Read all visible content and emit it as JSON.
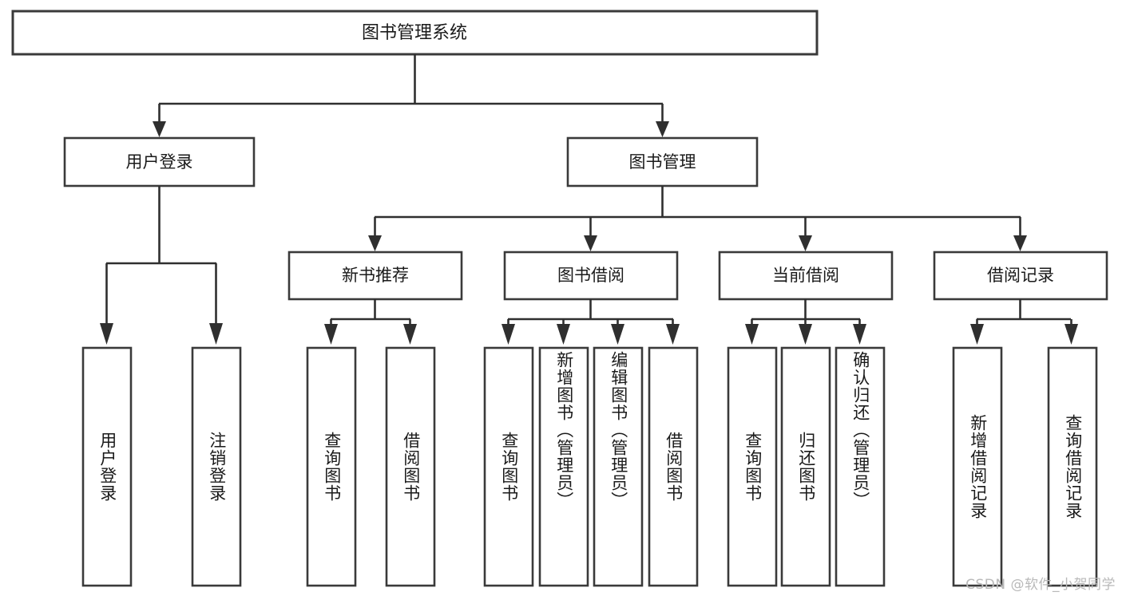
{
  "diagram": {
    "type": "hierarchy-tree",
    "title": "图书管理系统",
    "watermark": "CSDN @软件_小贺同学",
    "colors": {
      "box_stroke": "#3a3a3a",
      "connector": "#2f2f2f",
      "box_fill": "#ffffff",
      "text": "#1a1a1a",
      "watermark": "#b9b9b9",
      "background": "#ffffff"
    },
    "root": {
      "label": "图书管理系统"
    },
    "level2": [
      {
        "id": "user-login",
        "label": "用户登录"
      },
      {
        "id": "book-manage",
        "label": "图书管理"
      }
    ],
    "level3": [
      {
        "id": "new-book-recommend",
        "label": "新书推荐",
        "parent": "book-manage"
      },
      {
        "id": "book-borrow",
        "label": "图书借阅",
        "parent": "book-manage"
      },
      {
        "id": "current-borrow",
        "label": "当前借阅",
        "parent": "book-manage"
      },
      {
        "id": "borrow-record",
        "label": "借阅记录",
        "parent": "book-manage"
      }
    ],
    "leaves": {
      "user-login": [
        {
          "id": "leaf-user-login",
          "label": "用户登录"
        },
        {
          "id": "leaf-logout",
          "label": "注销登录"
        }
      ],
      "new-book-recommend": [
        {
          "id": "leaf-query-book-1",
          "label": "查询图书"
        },
        {
          "id": "leaf-borrow-book-1",
          "label": "借阅图书"
        }
      ],
      "book-borrow": [
        {
          "id": "leaf-query-book-2",
          "label": "查询图书"
        },
        {
          "id": "leaf-add-book",
          "label": "新增图书（管理员）"
        },
        {
          "id": "leaf-edit-book",
          "label": "编辑图书（管理员）"
        },
        {
          "id": "leaf-borrow-book-2",
          "label": "借阅图书"
        }
      ],
      "current-borrow": [
        {
          "id": "leaf-query-book-3",
          "label": "查询图书"
        },
        {
          "id": "leaf-return-book",
          "label": "归还图书"
        },
        {
          "id": "leaf-confirm-return",
          "label": "确认归还（管理员）"
        }
      ],
      "borrow-record": [
        {
          "id": "leaf-add-record",
          "label": "新增借阅记录"
        },
        {
          "id": "leaf-query-record",
          "label": "查询借阅记录"
        }
      ]
    }
  }
}
